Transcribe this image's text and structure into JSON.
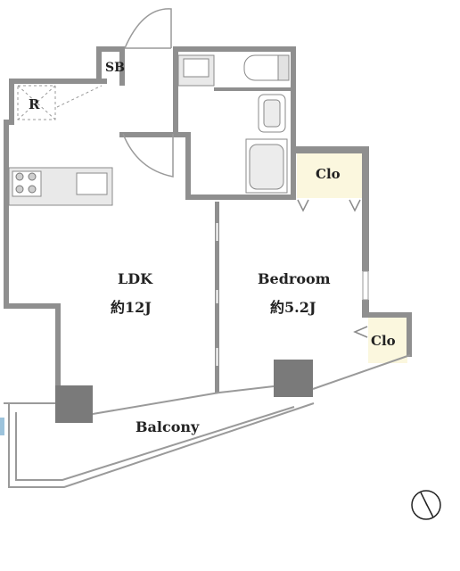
{
  "rooms": {
    "ldk": {
      "name": "LDK",
      "size": "約12J"
    },
    "bedroom": {
      "name": "Bedroom",
      "size": "約5.2J"
    },
    "balcony": {
      "name": "Balcony"
    },
    "closet_top": {
      "name": "Clo"
    },
    "closet_right": {
      "name": "Clo"
    },
    "shoe_box": {
      "name": "SB"
    },
    "refrigerator": {
      "name": "R"
    }
  },
  "colors": {
    "wall": "#8f8f8f",
    "closet_fill": "#fbf7de",
    "fixture_fill": "#e9e9e9",
    "column": "#7a7a7a"
  },
  "icons": {
    "compass": "north-arrow-icon"
  }
}
